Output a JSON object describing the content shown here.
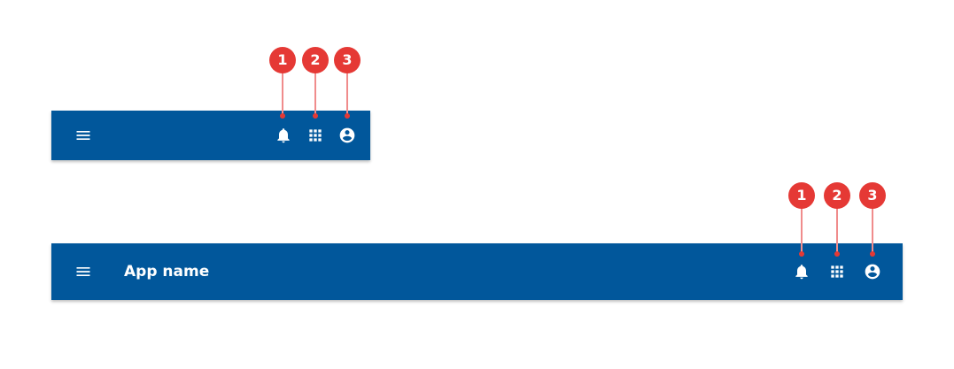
{
  "colors": {
    "app_bar": "#01579b",
    "marker": "#e53935",
    "leader_line": "#f08c8c"
  },
  "compact_bar": {
    "icons": [
      "menu-icon",
      "notifications-icon",
      "apps-icon",
      "account-circle-icon"
    ],
    "markers": [
      "1",
      "2",
      "3"
    ]
  },
  "wide_bar": {
    "title": "App name",
    "icons": [
      "menu-icon",
      "notifications-icon",
      "apps-icon",
      "account-circle-icon"
    ],
    "markers": [
      "1",
      "2",
      "3"
    ]
  }
}
